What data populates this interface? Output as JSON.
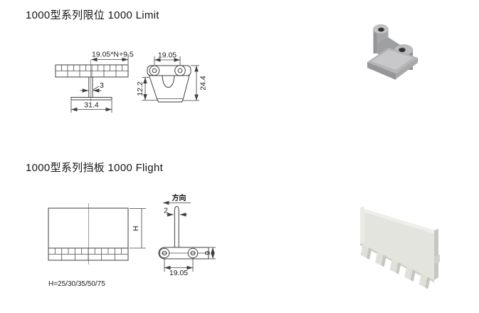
{
  "colors": {
    "line": "#3f3f3f",
    "limit_part_gray": "#a7a7a9",
    "flight_part_ivory": "#e4e4df"
  },
  "sections": {
    "limit": {
      "title": "1000型系列限位 1000 Limit",
      "dims": {
        "pitch": "19.05*N+9.5",
        "stem_width": "3",
        "base_width": "31.4",
        "hole_pitch": "19.05",
        "height_lower": "12.2",
        "height_total": "24.4"
      }
    },
    "flight": {
      "title": "1000型系列挡板 1000 Flight",
      "direction_label": "方向",
      "note": "H=25/30/35/50/75",
      "dims": {
        "height_label": "H",
        "blade_thickness": "2",
        "base_height": "9",
        "hole_pitch": "19.05"
      }
    }
  }
}
